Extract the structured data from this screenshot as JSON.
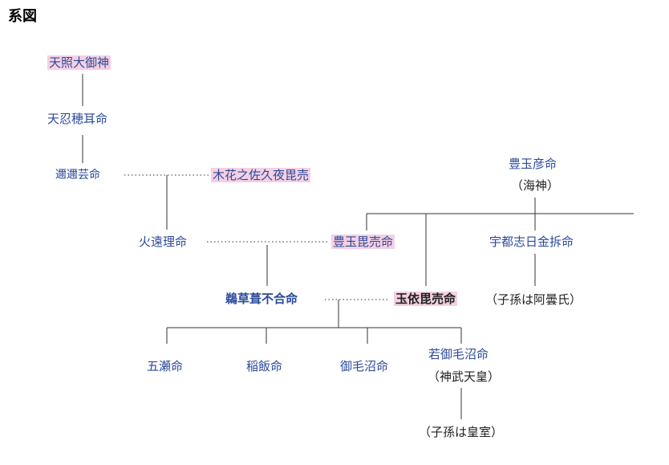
{
  "title": "系図",
  "nodes": {
    "amaterasu": "天照大御神",
    "oshihomimi": "天忍穂耳命",
    "ninigi": "邇邇芸命",
    "konohanasakuya": "木花之佐久夜毘売",
    "hoori": "火遠理命",
    "toyotamabime": "豊玉毘売命",
    "toyotamahiko": "豊玉彦命",
    "toyotamahiko_note": "（海神）",
    "utsushihikanasaku": "宇都志日金拆命",
    "utsushi_note": "（子孫は阿曇氏）",
    "ugayafukiaezu": "鵜草葺不合命",
    "tamayoribime": "玉依毘売命",
    "itsuse": "五瀬命",
    "inahi": "稲飯命",
    "mikenu": "御毛沼命",
    "wakamikenu": "若御毛沼命",
    "wakamikenu_note": "（神武天皇）",
    "wakamikenu_desc": "（子孫は皇室）"
  },
  "colors": {
    "link": "#2b4a9a",
    "highlight": "#f4d0e2",
    "line": "#333333",
    "text": "#222222"
  }
}
